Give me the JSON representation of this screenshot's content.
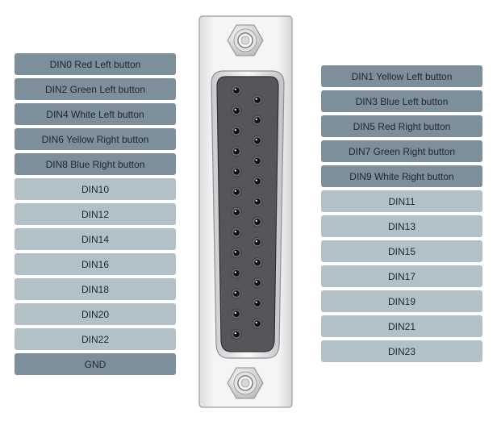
{
  "left_labels": [
    {
      "text": "DIN0 Red Left button",
      "variant": "dark"
    },
    {
      "text": "DIN2 Green Left button",
      "variant": "dark"
    },
    {
      "text": "DIN4 White Left button",
      "variant": "dark"
    },
    {
      "text": "DIN6 Yellow Right button",
      "variant": "dark"
    },
    {
      "text": "DIN8 Blue Right button",
      "variant": "dark"
    },
    {
      "text": "DIN10",
      "variant": "light"
    },
    {
      "text": "DIN12",
      "variant": "light"
    },
    {
      "text": "DIN14",
      "variant": "light"
    },
    {
      "text": "DIN16",
      "variant": "light"
    },
    {
      "text": "DIN18",
      "variant": "light"
    },
    {
      "text": "DIN20",
      "variant": "light"
    },
    {
      "text": "DIN22",
      "variant": "light"
    },
    {
      "text": "GND",
      "variant": "dark"
    }
  ],
  "right_labels": [
    {
      "text": "DIN1 Yellow Left button",
      "variant": "dark"
    },
    {
      "text": "DIN3 Blue Left button",
      "variant": "dark"
    },
    {
      "text": "DIN5 Red Right button",
      "variant": "dark"
    },
    {
      "text": "DIN7 Green Right button",
      "variant": "dark"
    },
    {
      "text": "DIN9 White Right button",
      "variant": "dark"
    },
    {
      "text": "DIN11",
      "variant": "light"
    },
    {
      "text": "DIN13",
      "variant": "light"
    },
    {
      "text": "DIN15",
      "variant": "light"
    },
    {
      "text": "DIN17",
      "variant": "light"
    },
    {
      "text": "DIN19",
      "variant": "light"
    },
    {
      "text": "DIN21",
      "variant": "light"
    },
    {
      "text": "DIN23",
      "variant": "light"
    }
  ],
  "connector": {
    "left_column_pins": 13,
    "right_column_pins": 12
  },
  "colors": {
    "active_label": "#7d8f9a",
    "inactive_label": "#b2c1c8",
    "label_text": "#1e2730",
    "connector_body": "#eef0f1",
    "connector_insert": "#55565a",
    "pin": "#111111"
  }
}
